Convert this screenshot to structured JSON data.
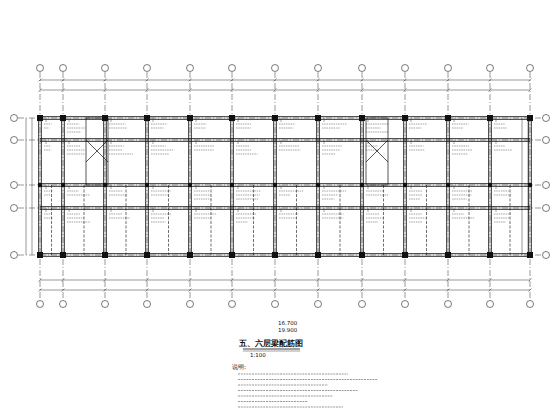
{
  "diagram": {
    "title": "五、六层梁配筋图",
    "labels": [
      "16.700",
      "19.900",
      "1:100",
      "说明:"
    ]
  }
}
